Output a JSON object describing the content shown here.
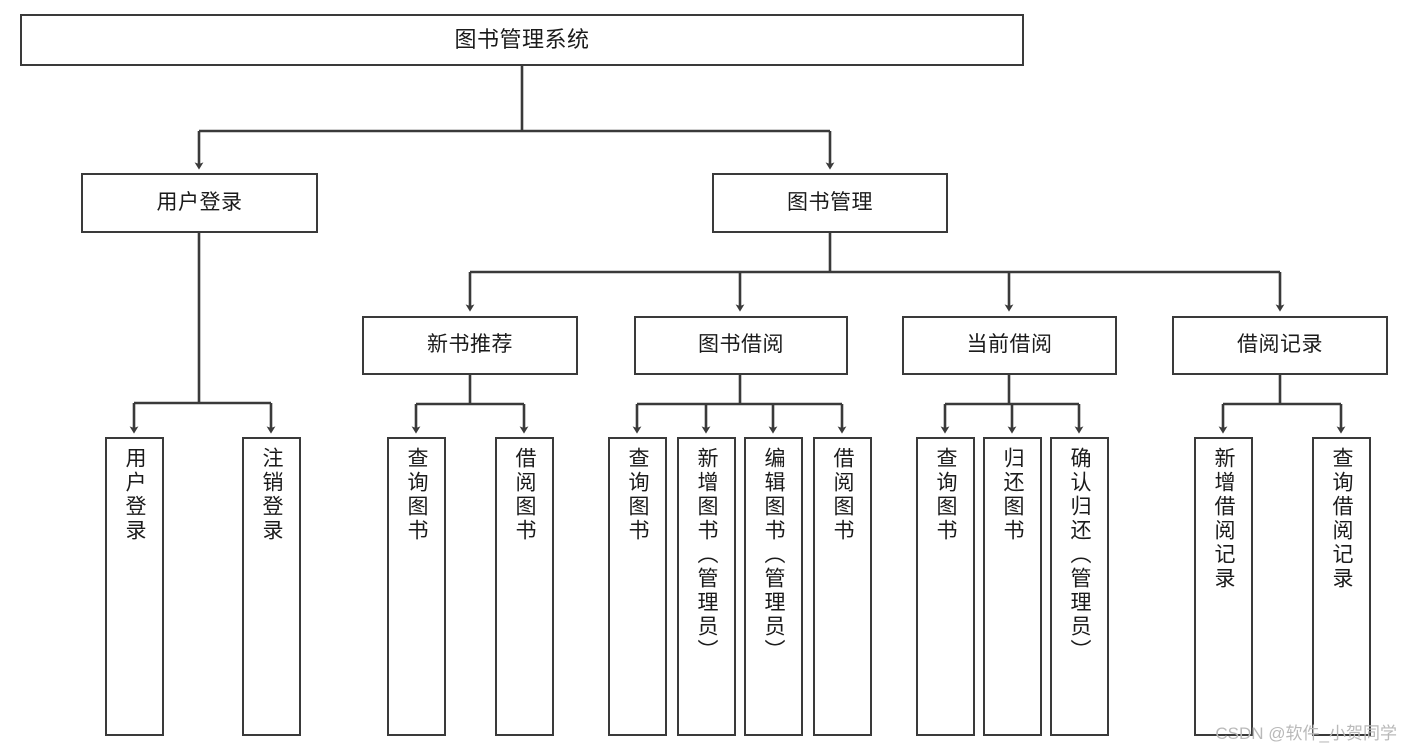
{
  "diagram": {
    "title": "图书管理系统",
    "type": "tree-hierarchy-diagram",
    "watermark": "CSDN @软件_小贺同学",
    "accent_color": "#3a3a3a",
    "background_color": "#ffffff",
    "text_color": "#1b1b1b"
  },
  "nodes": {
    "root": {
      "label": "图书管理系统"
    },
    "level2": [
      {
        "label": "用户登录"
      },
      {
        "label": "图书管理"
      }
    ],
    "level3": [
      {
        "label": "新书推荐"
      },
      {
        "label": "图书借阅"
      },
      {
        "label": "当前借阅"
      },
      {
        "label": "借阅记录"
      }
    ],
    "leaves": {
      "user_login": [
        {
          "label": "用户登录"
        },
        {
          "label": "注销登录"
        }
      ],
      "new_book_recommend": [
        {
          "label": "查询图书"
        },
        {
          "label": "借阅图书"
        }
      ],
      "book_borrow": [
        {
          "label": "查询图书"
        },
        {
          "label": "新增图书（管理员）"
        },
        {
          "label": "编辑图书（管理员）"
        },
        {
          "label": "借阅图书"
        }
      ],
      "current_borrow": [
        {
          "label": "查询图书"
        },
        {
          "label": "归还图书"
        },
        {
          "label": "确认归还（管理员）"
        }
      ],
      "borrow_record": [
        {
          "label": "新增借阅记录"
        },
        {
          "label": "查询借阅记录"
        }
      ]
    }
  }
}
